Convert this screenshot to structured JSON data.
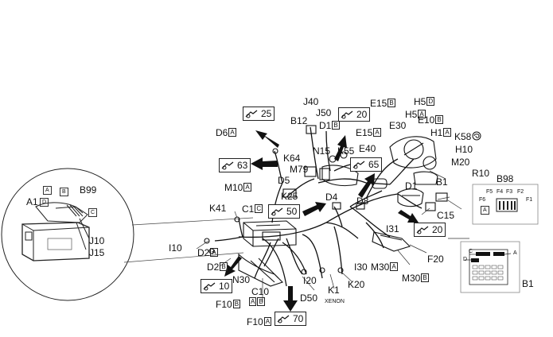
{
  "labels": {
    "B99": "B99",
    "A1": "A1",
    "A_b99": "A",
    "D_b99": "D",
    "B_b99": "B",
    "C_b99": "C",
    "J10": "J10",
    "J15": "J15",
    "D6": "D6",
    "D6_sub": "A",
    "J40": "J40",
    "J50": "J50",
    "B12": "B12",
    "D1B": "D1",
    "D1B_sub": "B",
    "E15B": "E15",
    "E15B_sub": "B",
    "H5D": "H5",
    "H5D_sub": "D",
    "H5A": "H5",
    "H5A_sub": "A",
    "E30": "E30",
    "E10B": "E10",
    "E10B_sub": "B",
    "H1A": "H1",
    "H1A_sub": "A",
    "K58": "K58",
    "H10": "H10",
    "E15A": "E15",
    "E15A_sub": "A",
    "E40": "E40",
    "N15": "N15",
    "K55": "K55",
    "K64": "K64",
    "M79": "M79",
    "M20": "M20",
    "B1": "B1",
    "R10": "R10",
    "B98": "B98",
    "D1": "D1",
    "M10A": "M10",
    "M10A_sub": "A",
    "D5": "D5",
    "K25": "K25",
    "D4": "D4",
    "D8": "D8",
    "K41": "K41",
    "C1": "C1",
    "C1_sub": "C",
    "C15": "C15",
    "I31": "I31",
    "I10": "I10",
    "D2A": "D2",
    "D2A_sub": "A",
    "D2B": "D2",
    "D2B_sub": "B",
    "N30": "N30",
    "C10": "C10",
    "F10B": "F10",
    "F10B_sub": "B",
    "AB_A": "A",
    "AB_B": "B",
    "F10A": "F10",
    "F10A_sub": "A",
    "I20": "I20",
    "D50": "D50",
    "K1": "K1",
    "XENON": "XENON",
    "K20": "K20",
    "I30": "I30",
    "M30A": "M30",
    "M30A_sub": "A",
    "M30B": "M30",
    "M30B_sub": "B",
    "F20": "F20",
    "B1_bottom": "B1",
    "fuse_F5": "F5",
    "fuse_F4": "F4",
    "fuse_F3": "F3",
    "fuse_F2": "F2",
    "fuse_F6": "F6",
    "fuse_F1": "F1",
    "fuse_A": "A",
    "b1_C": "C",
    "b1_D": "D",
    "b1_A": "A"
  },
  "refs": {
    "r25": "25",
    "r20_top": "20",
    "r63": "63",
    "r65": "65",
    "r50": "50",
    "r20_right": "20",
    "r10": "10",
    "r70": "70"
  },
  "icons": {
    "ref": "connector-view-icon",
    "arrow": "direction-arrow-icon",
    "k58": "spiral-symbol-icon"
  }
}
